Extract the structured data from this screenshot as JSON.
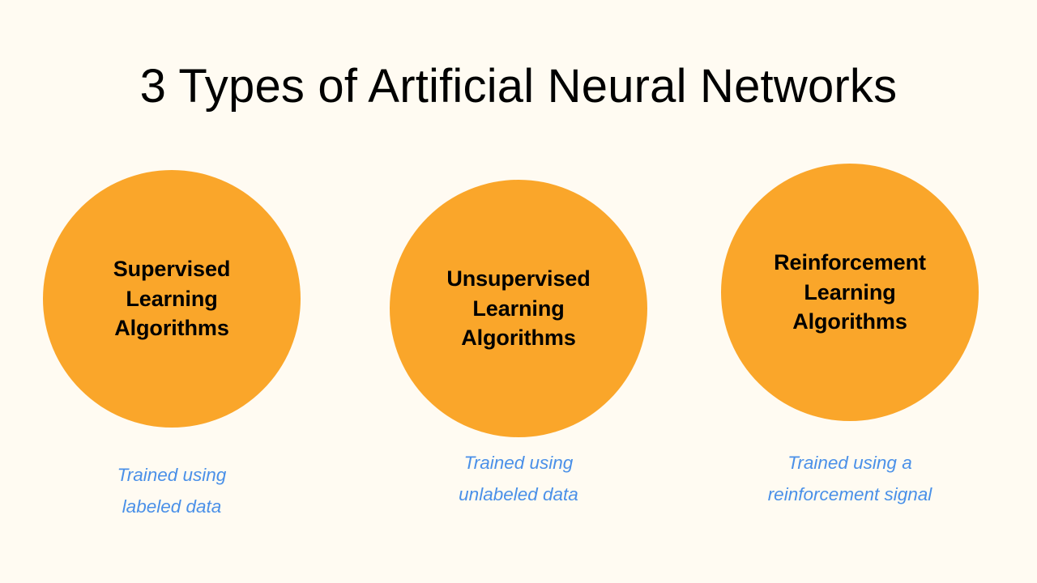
{
  "slide": {
    "title": "3 Types of Artificial Neural Networks",
    "background_color": "#FFFBF2",
    "circle_color": "#FAA62A",
    "circle_text_color": "#000000",
    "caption_color": "#4A90E8"
  },
  "items": [
    {
      "id": "supervised",
      "circle_lines": [
        "Supervised",
        "Learning",
        "Algorithms"
      ],
      "caption_lines": [
        "Trained using",
        "labeled data"
      ],
      "circle_text": "Supervised Learning Algorithms",
      "caption_text": "Trained using labeled data"
    },
    {
      "id": "unsupervised",
      "circle_lines": [
        "Unsupervised",
        "Learning",
        "Algorithms"
      ],
      "caption_lines": [
        "Trained using",
        "unlabeled data"
      ],
      "circle_text": "Unsupervised Learning Algorithms",
      "caption_text": "Trained using unlabeled data"
    },
    {
      "id": "reinforcement",
      "circle_lines": [
        "Reinforcement",
        "Learning",
        "Algorithms"
      ],
      "caption_lines": [
        "Trained using a",
        "reinforcement signal"
      ],
      "circle_text": "Reinforcement Learning Algorithms",
      "caption_text": "Trained using a reinforcement signal"
    }
  ]
}
